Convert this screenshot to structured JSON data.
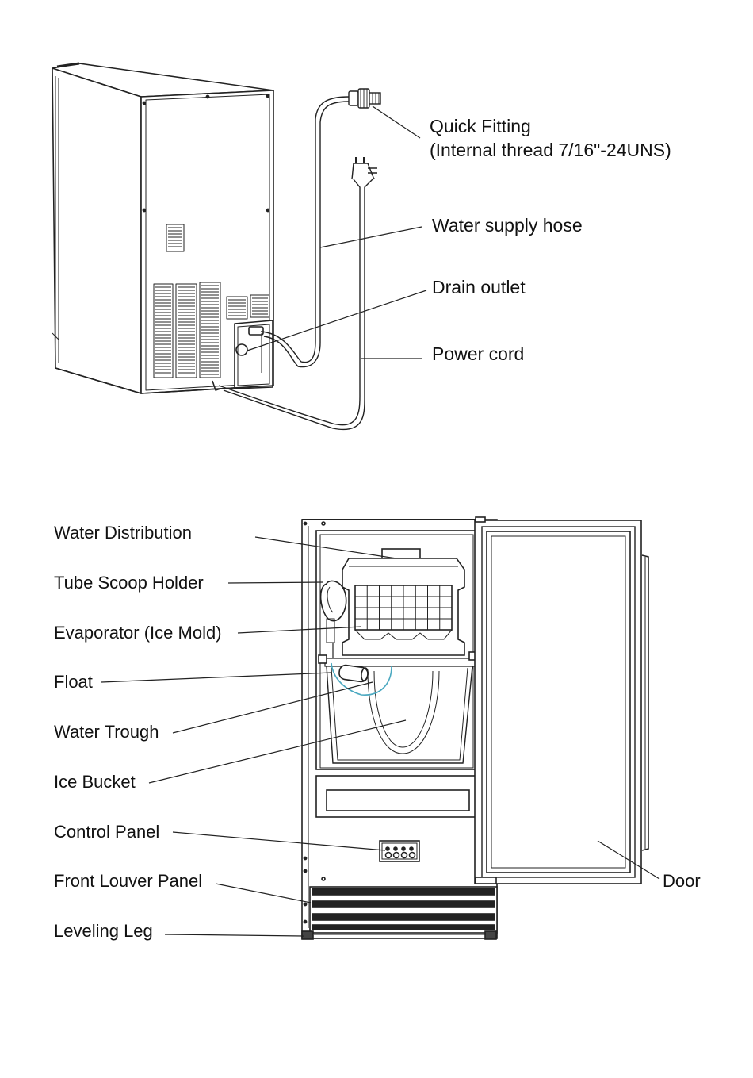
{
  "top_diagram": {
    "labels": {
      "quick_fitting_line1": "Quick Fitting",
      "quick_fitting_line2": "(Internal thread 7/16\"-24UNS)",
      "water_supply_hose": "Water supply hose",
      "drain_outlet": "Drain outlet",
      "power_cord": "Power cord"
    }
  },
  "bottom_diagram": {
    "labels": {
      "water_distribution": "Water Distribution",
      "tube_scoop_holder": "Tube Scoop Holder",
      "evaporator": "Evaporator (Ice Mold)",
      "float": "Float",
      "water_trough": "Water Trough",
      "ice_bucket": "Ice Bucket",
      "control_panel": "Control Panel",
      "front_louver_panel": "Front Louver Panel",
      "leveling_leg": "Leveling Leg",
      "door": "Door"
    }
  },
  "colors": {
    "line": "#222222",
    "trough_accent": "#4aa8c0"
  }
}
